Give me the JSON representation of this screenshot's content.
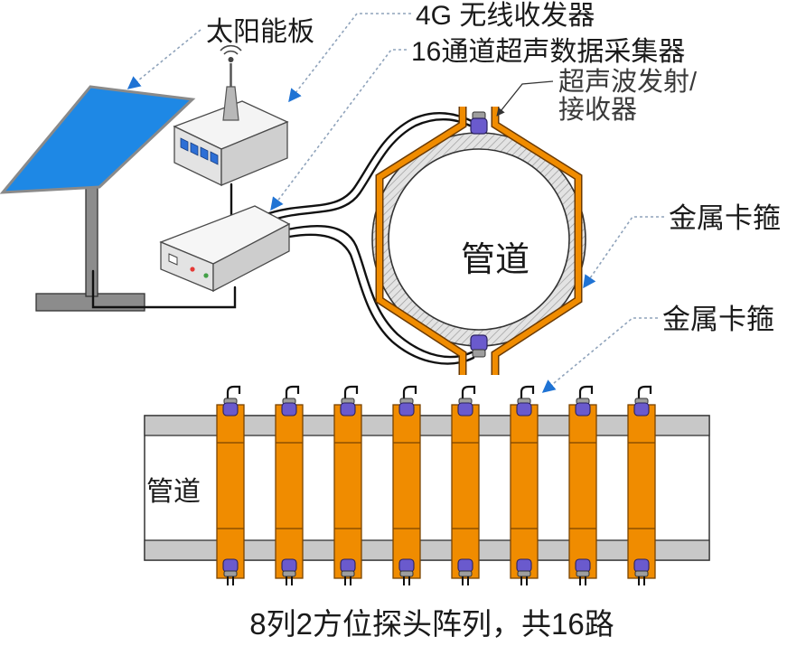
{
  "labels": {
    "solar_panel": "太阳能板",
    "wireless_4g": "4G 无线收发器",
    "collector": "16通道超声数据采集器",
    "transducer_line1": "超声波发射/",
    "transducer_line2": "接收器",
    "clamp_upper": "金属卡箍",
    "pipe_cross_section": "管道",
    "clamp_lower": "金属卡箍",
    "pipe_side": "管道",
    "array_caption": "8列2方位探头阵列，共16路"
  },
  "colors": {
    "panel": "#1e88e5",
    "clamp": "#f08c00",
    "arrow": "#1f73d4",
    "sensor": "#6a5acd",
    "pipe_band": "#c8c8c8"
  }
}
